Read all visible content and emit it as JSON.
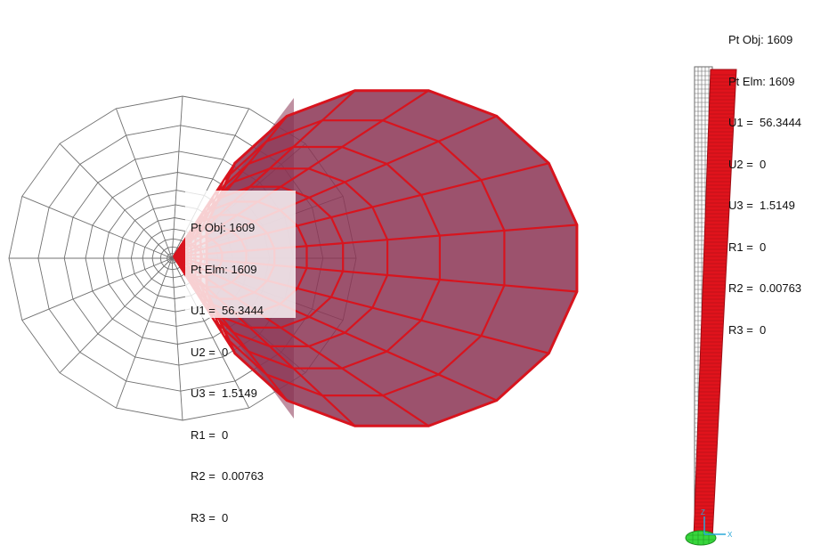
{
  "left_view": {
    "undeformed_color": "#707070",
    "deformed_edge_color": "#d8141e",
    "deformed_fill_color": "#8b3454",
    "tooltip": {
      "pt_obj": "Pt Obj: 1609",
      "pt_elm": "Pt Elm: 1609",
      "u1": "U1 =  56.3444",
      "u2": "U2 =  0",
      "u3": "U3 =  1.5149",
      "r1": "R1 =  0",
      "r2": "R2 =  0.00763",
      "r3": "R3 =  0"
    }
  },
  "right_view": {
    "deformed_color": "#e0131c",
    "support_color": "#35d13a",
    "axis_labels": {
      "x": "X",
      "z": "Z"
    },
    "tooltip": {
      "pt_obj": "Pt Obj: 1609",
      "pt_elm": "Pt Elm: 1609",
      "u1": "U1 =  56.3444",
      "u2": "U2 =  0",
      "u3": "U3 =  1.5149",
      "r1": "R1 =  0",
      "r2": "R2 =  0.00763",
      "r3": "R3 =  0"
    }
  }
}
